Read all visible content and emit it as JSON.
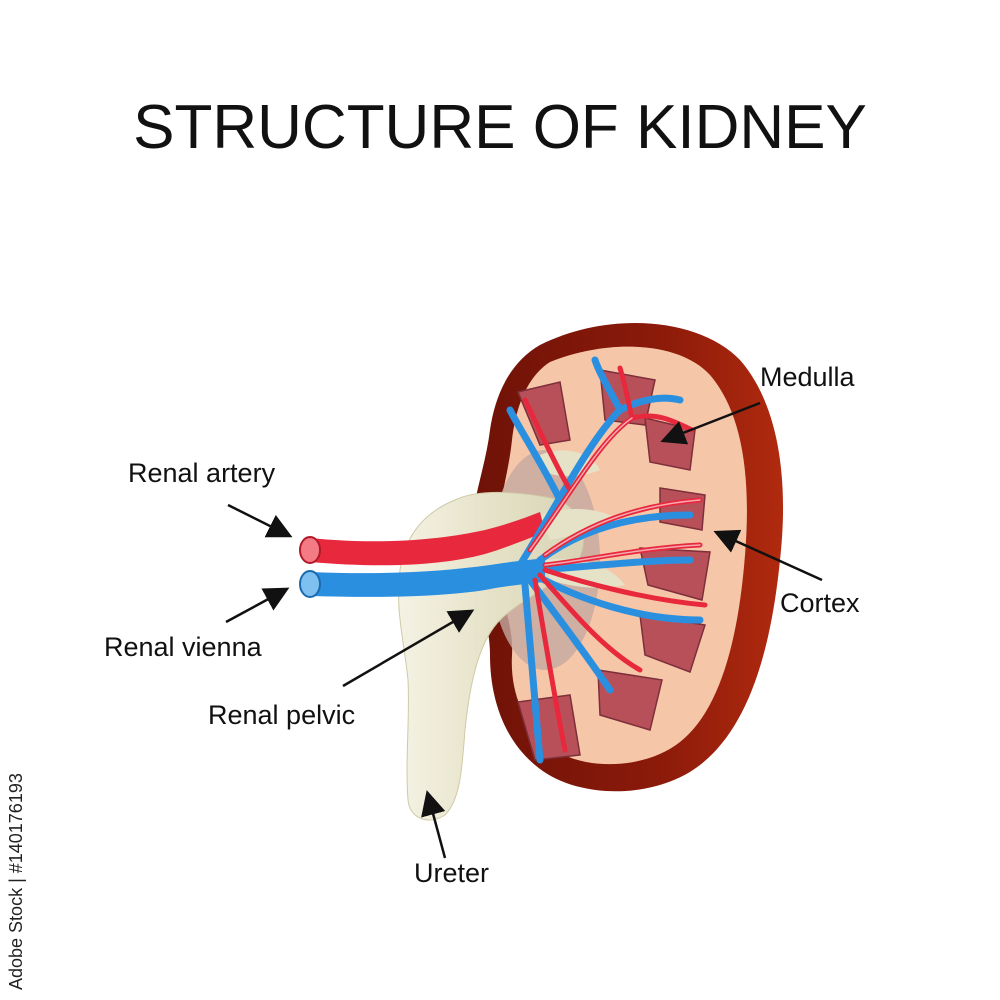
{
  "title": "STRUCTURE OF KIDNEY",
  "labels": {
    "medulla": "Medulla",
    "cortex": "Cortex",
    "renal_artery": "Renal artery",
    "renal_vienna": "Renal vienna",
    "renal_pelvic": "Renal pelvic",
    "ureter": "Ureter"
  },
  "stock_id": "Adobe Stock | #140176193",
  "colors": {
    "capsule": "#8b1a0a",
    "cortex": "#f6c6a9",
    "medulla_pyramid": "#b8505a",
    "artery": "#e8283c",
    "vein": "#2b8fe0",
    "pelvis": "#ece8d2",
    "sinus": "#c4a99f"
  }
}
